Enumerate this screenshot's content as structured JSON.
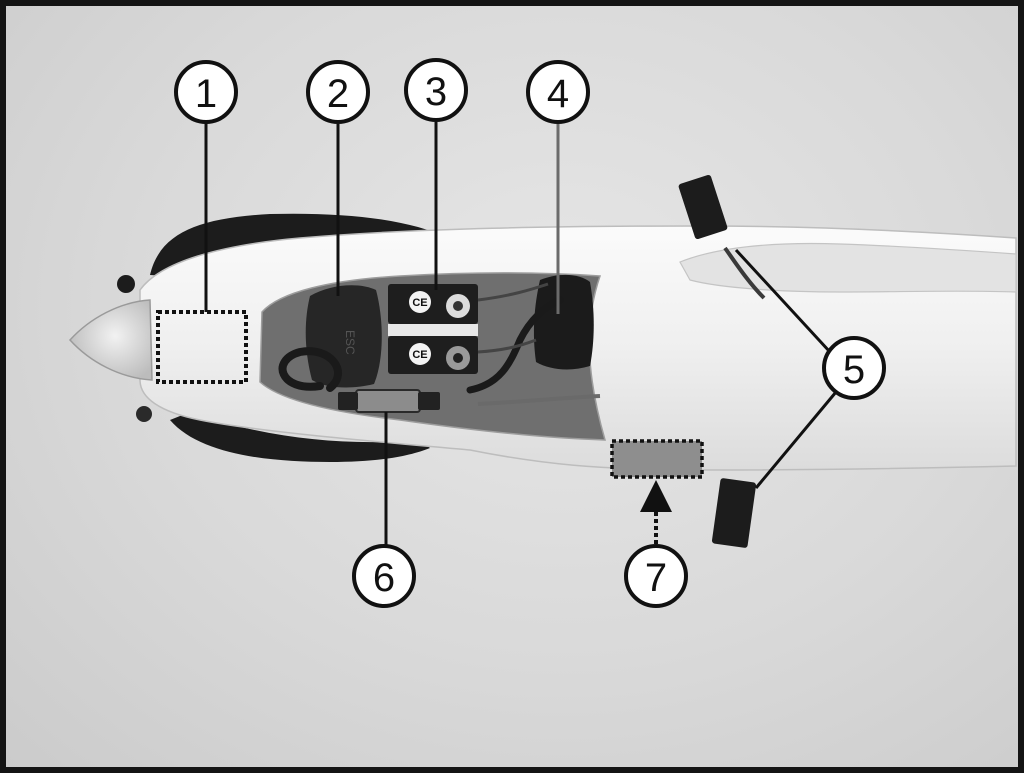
{
  "callouts": [
    {
      "id": "1",
      "label": "1"
    },
    {
      "id": "2",
      "label": "2"
    },
    {
      "id": "3",
      "label": "3"
    },
    {
      "id": "4",
      "label": "4"
    },
    {
      "id": "5",
      "label": "5"
    },
    {
      "id": "6",
      "label": "6"
    },
    {
      "id": "7",
      "label": "7"
    }
  ],
  "servo_marks": [
    "CE",
    "CE"
  ],
  "colors": {
    "frame": "#141414",
    "background": "#d9d9d9",
    "foam": "#f4f4f4",
    "dark_parts": "#1c1c1c",
    "label_patch": "#8e8e8e"
  }
}
